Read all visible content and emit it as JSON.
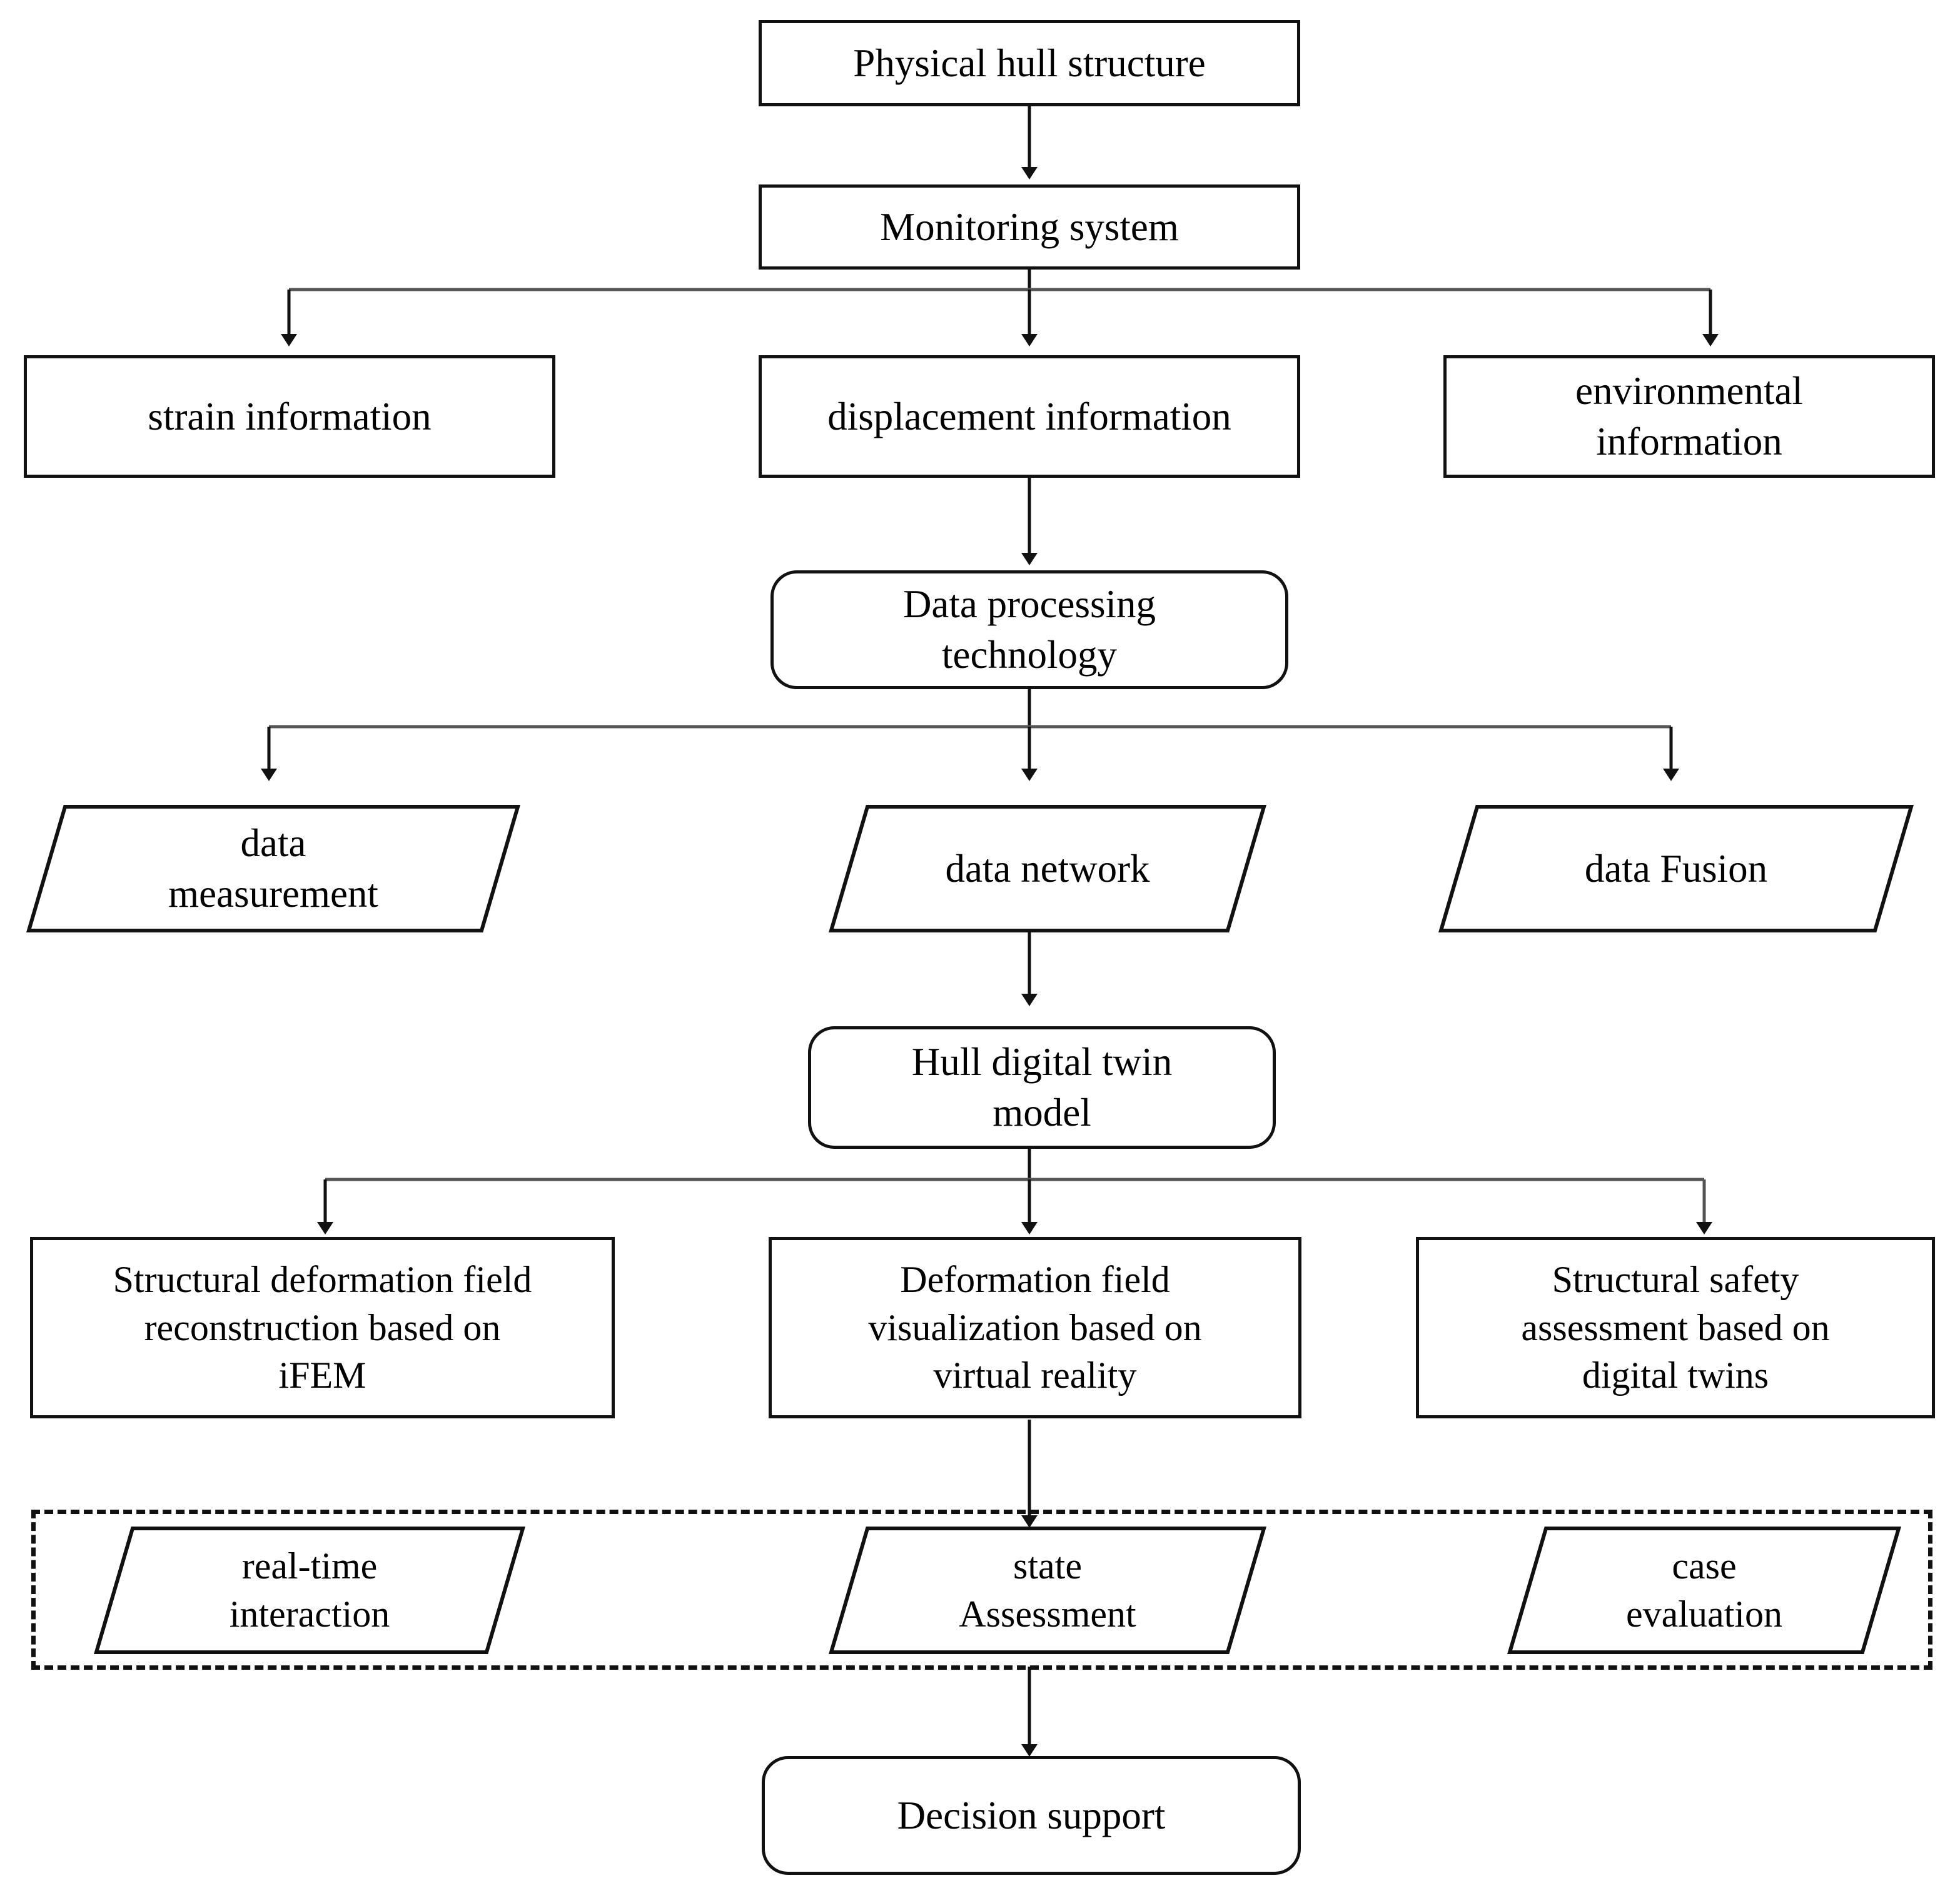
{
  "diagram": {
    "title": "Hull structural digital twin framework flowchart",
    "colors": {
      "stroke": "#111111",
      "background": "#ffffff",
      "text": "#000000",
      "dashed_border": "#111111"
    },
    "nodes": {
      "physical_hull_structure": {
        "label": "Physical hull structure",
        "shape": "rectangle"
      },
      "monitoring_system": {
        "label": "Monitoring system",
        "shape": "rectangle"
      },
      "strain_information": {
        "label": "strain information",
        "shape": "rectangle"
      },
      "displacement_information": {
        "label": "displacement information",
        "shape": "rectangle"
      },
      "environmental_information": {
        "label": "environmental\ninformation",
        "shape": "rectangle"
      },
      "data_processing_technology": {
        "label": "Data processing\ntechnology",
        "shape": "rounded-rectangle"
      },
      "data_measurement": {
        "label": "data\nmeasurement",
        "shape": "parallelogram"
      },
      "data_network": {
        "label": "data network",
        "shape": "parallelogram"
      },
      "data_fusion": {
        "label": "data Fusion",
        "shape": "parallelogram"
      },
      "hull_digital_twin_model": {
        "label": "Hull digital twin\nmodel",
        "shape": "rounded-rectangle"
      },
      "structural_deformation_field": {
        "label": "Structural deformation field\nreconstruction based on\niFEM",
        "shape": "rectangle"
      },
      "deformation_field_visualization": {
        "label": "Deformation field\nvisualization based on\nvirtual reality",
        "shape": "rectangle"
      },
      "structural_safety_assessment": {
        "label": "Structural safety\nassessment based on\ndigital twins",
        "shape": "rectangle"
      },
      "real_time_interaction": {
        "label": "real-time\ninteraction",
        "shape": "parallelogram"
      },
      "state_assessment": {
        "label": "state\nAssessment",
        "shape": "parallelogram"
      },
      "case_evaluation": {
        "label": "case\nevaluation",
        "shape": "parallelogram"
      },
      "decision_support": {
        "label": "Decision support",
        "shape": "rounded-rectangle"
      }
    },
    "groups": {
      "application_group": {
        "style": "dashed",
        "members": [
          "real_time_interaction",
          "state_assessment",
          "case_evaluation"
        ]
      }
    },
    "edges": [
      {
        "from": "physical_hull_structure",
        "to": "monitoring_system",
        "style": "arrow"
      },
      {
        "from": "monitoring_system",
        "to": "strain_information",
        "style": "arrow"
      },
      {
        "from": "monitoring_system",
        "to": "displacement_information",
        "style": "arrow"
      },
      {
        "from": "monitoring_system",
        "to": "environmental_information",
        "style": "arrow"
      },
      {
        "from": "displacement_information",
        "to": "data_processing_technology",
        "style": "arrow"
      },
      {
        "from": "data_processing_technology",
        "to": "data_measurement",
        "style": "arrow"
      },
      {
        "from": "data_processing_technology",
        "to": "data_network",
        "style": "arrow"
      },
      {
        "from": "data_processing_technology",
        "to": "data_fusion",
        "style": "arrow"
      },
      {
        "from": "data_network",
        "to": "hull_digital_twin_model",
        "style": "arrow"
      },
      {
        "from": "hull_digital_twin_model",
        "to": "structural_deformation_field",
        "style": "arrow"
      },
      {
        "from": "hull_digital_twin_model",
        "to": "deformation_field_visualization",
        "style": "arrow"
      },
      {
        "from": "hull_digital_twin_model",
        "to": "structural_safety_assessment",
        "style": "arrow"
      },
      {
        "from": "deformation_field_visualization",
        "to": "state_assessment",
        "style": "arrow"
      },
      {
        "from": "state_assessment",
        "to": "decision_support",
        "style": "arrow"
      }
    ]
  }
}
